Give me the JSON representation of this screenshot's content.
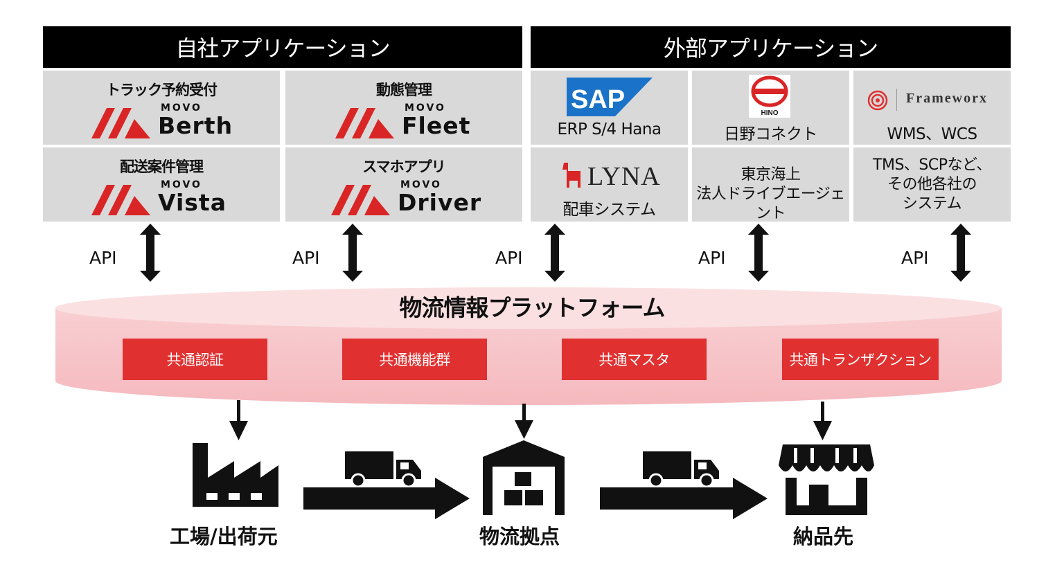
{
  "headers": {
    "internal": "自社アプリケーション",
    "external": "外部アプリケーション"
  },
  "internal_apps": [
    {
      "category": "トラック予約受付",
      "brand": "MOVO",
      "product": "Berth"
    },
    {
      "category": "動態管理",
      "brand": "MOVO",
      "product": "Fleet"
    },
    {
      "category": "配送案件管理",
      "brand": "MOVO",
      "product": "Vista"
    },
    {
      "category": "スマホアプリ",
      "brand": "MOVO",
      "product": "Driver"
    }
  ],
  "external_apps": {
    "sap": {
      "logo_text": "SAP",
      "label": "ERP S/4 Hana"
    },
    "hino": {
      "logo_text": "HINO",
      "label": "日野コネクト"
    },
    "frameworx": {
      "logo_text": "Frameworx",
      "label": "WMS、WCS"
    },
    "lyna": {
      "logo_text": "LYNA",
      "label": "配車システム"
    },
    "tokio": {
      "line1": "東京海上",
      "line2": "法人ドライブエージェント"
    },
    "others": {
      "line1": "TMS、SCPなど、",
      "line2": "その他各社の",
      "line3": "システム"
    }
  },
  "api_label": "API",
  "api_labels": [
    "API",
    "API",
    "API",
    "API",
    "API"
  ],
  "platform": {
    "title": "物流情報プラットフォーム",
    "modules": [
      "共通認証",
      "共通機能群",
      "共通マスタ",
      "共通トランザクション"
    ]
  },
  "destinations": [
    "工場/出荷元",
    "物流拠点",
    "納品先"
  ],
  "colors": {
    "accent_red": "#e03030",
    "brand_red": "#d92525",
    "header_black": "#000000",
    "cell_gray": "#d9d9d9",
    "platform_pink": "#f7c9cc"
  },
  "icons": [
    "factory-icon",
    "truck-icon",
    "warehouse-icon",
    "store-icon",
    "double-arrow-icon"
  ]
}
